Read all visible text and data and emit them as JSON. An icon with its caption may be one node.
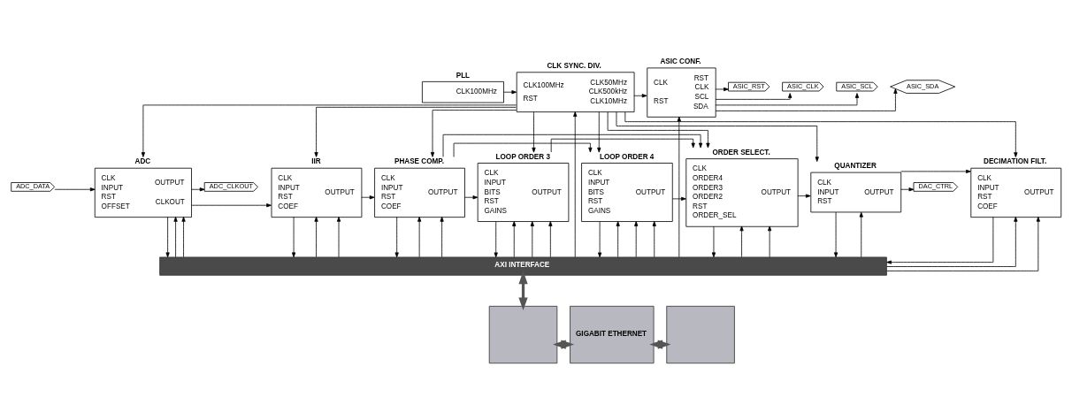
{
  "diagram": {
    "nodes": [
      {
        "text": [
          "PLL",
          "CLK100MHz"
        ]
      },
      {
        "text": [
          "CLK SYNC. DIV.",
          "CLK100MHz",
          "RST",
          "CLK50MHz",
          "CLK500kHz",
          "CLK10MHz"
        ]
      },
      {
        "text": [
          "ASIC CONF.",
          "CLK",
          "RST",
          "RST",
          "CLK",
          "SCL",
          "SDA"
        ]
      },
      {
        "text": [
          "ASIC_RST"
        ]
      },
      {
        "text": [
          "ASIC_CLK"
        ]
      },
      {
        "text": [
          "ASIC_SCL"
        ]
      },
      {
        "text": [
          "ASIC_SDA"
        ]
      },
      {
        "text": [
          "ADC_DATA"
        ]
      },
      {
        "text": [
          "ADC",
          "CLK",
          "INPUT",
          "RST",
          "OFFSET",
          "OUTPUT",
          "CLKOUT"
        ]
      },
      {
        "text": [
          "ADC_CLKOUT"
        ]
      },
      {
        "text": [
          "IIR",
          "CLK",
          "INPUT",
          "RST",
          "COEF",
          "OUTPUT"
        ]
      },
      {
        "text": [
          "PHASE COMP.",
          "CLK",
          "INPUT",
          "RST",
          "COEF",
          "OUTPUT"
        ]
      },
      {
        "text": [
          "LOOP ORDER 3",
          "CLK",
          "INPUT",
          "BITS",
          "RST",
          "GAINS",
          "OUTPUT"
        ]
      },
      {
        "text": [
          "LOOP ORDER 4",
          "CLK",
          "INPUT",
          "BITS",
          "RST",
          "GAINS",
          "OUTPUT"
        ]
      },
      {
        "text": [
          "ORDER SELECT.",
          "CLK",
          "ORDER4",
          "ORDER3",
          "ORDER2",
          "RST",
          "ORDER_SEL",
          "OUTPUT"
        ]
      },
      {
        "text": [
          "QUANTIZER",
          "CLK",
          "INPUT",
          "RST",
          "OUTPUT"
        ]
      },
      {
        "text": [
          "DAC_CTRL"
        ]
      },
      {
        "text": [
          "DECIMATION FILT.",
          "CLK",
          "INPUT",
          "RST",
          "COEF",
          "OUTPUT"
        ]
      },
      {
        "text": [
          "AXI INTERFACE"
        ]
      },
      {
        "text": [],
        "shape": "box"
      },
      {
        "text": [
          "GIGABIT ETHERNET"
        ]
      },
      {
        "text": [],
        "shape": "box"
      }
    ],
    "edges": [
      {
        "from": 0,
        "to": 1,
        "arrow": "to"
      },
      {
        "from": 18,
        "to": 1,
        "arrow": "to"
      },
      {
        "from": 1,
        "to": 2,
        "arrow": "to"
      },
      {
        "from": 18,
        "to": 2,
        "arrow": "to"
      },
      {
        "from": 2,
        "to": 3,
        "arrow": "to"
      },
      {
        "from": 2,
        "to": 4,
        "arrow": "to"
      },
      {
        "from": 2,
        "to": 5,
        "arrow": "to"
      },
      {
        "from": 2,
        "to": 6,
        "arrow": "to"
      },
      {
        "from": 1,
        "to": 8,
        "arrow": "to"
      },
      {
        "from": 1,
        "to": 10,
        "arrow": "to"
      },
      {
        "from": 1,
        "to": 11,
        "arrow": "to"
      },
      {
        "from": 1,
        "to": 12,
        "arrow": "to"
      },
      {
        "from": 1,
        "to": 13,
        "arrow": "to"
      },
      {
        "from": 1,
        "to": 14,
        "arrow": "to"
      },
      {
        "from": 1,
        "to": 15,
        "arrow": "to"
      },
      {
        "from": 1,
        "to": 17,
        "arrow": "to"
      },
      {
        "from": 7,
        "to": 8,
        "arrow": "to"
      },
      {
        "from": 8,
        "to": 9,
        "arrow": "to"
      },
      {
        "from": 8,
        "to": 10,
        "arrow": "to"
      },
      {
        "from": 8,
        "to": 18,
        "arrow": "to"
      },
      {
        "from": 18,
        "to": 8,
        "arrow": "to"
      },
      {
        "from": 18,
        "to": 8,
        "arrow": "to"
      },
      {
        "from": 10,
        "to": 11,
        "arrow": "to"
      },
      {
        "from": 10,
        "to": 18,
        "arrow": "to"
      },
      {
        "from": 18,
        "to": 10,
        "arrow": "to"
      },
      {
        "from": 18,
        "to": 10,
        "arrow": "to"
      },
      {
        "from": 11,
        "to": 12,
        "arrow": "to"
      },
      {
        "from": 11,
        "to": 13,
        "arrow": "to"
      },
      {
        "from": 11,
        "to": 14,
        "arrow": "to"
      },
      {
        "from": 11,
        "to": 18,
        "arrow": "to"
      },
      {
        "from": 18,
        "to": 11,
        "arrow": "to"
      },
      {
        "from": 18,
        "to": 11,
        "arrow": "to"
      },
      {
        "from": 12,
        "to": 14,
        "arrow": "to"
      },
      {
        "from": 12,
        "to": 18,
        "arrow": "to"
      },
      {
        "from": 18,
        "to": 12,
        "arrow": "to"
      },
      {
        "from": 18,
        "to": 12,
        "arrow": "to"
      },
      {
        "from": 18,
        "to": 12,
        "arrow": "to"
      },
      {
        "from": 13,
        "to": 14,
        "arrow": "to"
      },
      {
        "from": 13,
        "to": 18,
        "arrow": "to"
      },
      {
        "from": 18,
        "to": 13,
        "arrow": "to"
      },
      {
        "from": 18,
        "to": 13,
        "arrow": "to"
      },
      {
        "from": 18,
        "to": 13,
        "arrow": "to"
      },
      {
        "from": 14,
        "to": 15,
        "arrow": "to"
      },
      {
        "from": 14,
        "to": 18,
        "arrow": "to"
      },
      {
        "from": 18,
        "to": 14,
        "arrow": "to"
      },
      {
        "from": 18,
        "to": 14,
        "arrow": "to"
      },
      {
        "from": 18,
        "to": 15,
        "arrow": "to"
      },
      {
        "from": 15,
        "to": 17,
        "arrow": "to"
      },
      {
        "from": 15,
        "to": 16,
        "arrow": "to"
      },
      {
        "from": 15,
        "to": 18,
        "arrow": "to"
      },
      {
        "from": 18,
        "to": 17,
        "arrow": "to"
      },
      {
        "from": 18,
        "to": 17,
        "arrow": "to"
      },
      {
        "from": 17,
        "to": 18,
        "arrow": "to"
      },
      {
        "from": 18,
        "to": 19,
        "arrow": "both",
        "style": "thick"
      },
      {
        "from": 19,
        "to": 20,
        "arrow": "both",
        "style": "thick"
      },
      {
        "from": 20,
        "to": 21,
        "arrow": "both",
        "style": "thick"
      }
    ]
  }
}
